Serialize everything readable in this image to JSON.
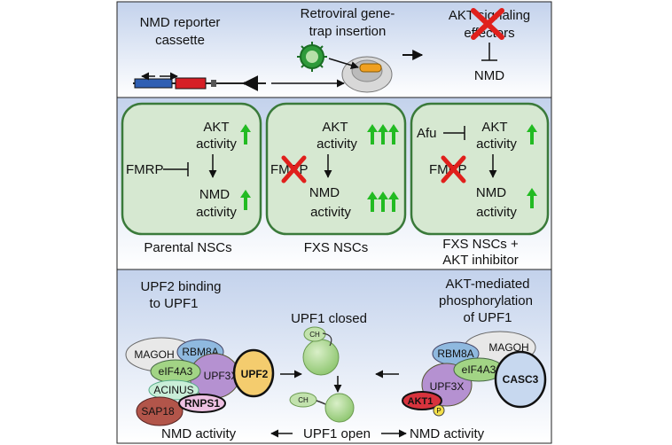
{
  "panel1": {
    "reporter_line1": "NMD reporter",
    "reporter_line2": "cassette",
    "retro_line1": "Retroviral gene-",
    "retro_line2": "trap insertion",
    "akt_line1": "AKT signaling",
    "akt_line2": "effectors",
    "nmd": "NMD"
  },
  "panel2": {
    "cells": [
      {
        "akt": "AKT",
        "akt_activity": "activity",
        "fmrp": "FMRP",
        "nmd": "NMD",
        "nmd_activity": "activity",
        "caption_line1": "Parental NSCs",
        "caption_line2": ""
      },
      {
        "akt": "AKT",
        "akt_activity": "activity",
        "fmrp": "FMRP",
        "nmd": "NMD",
        "nmd_activity": "activity",
        "caption_line1": "FXS NSCs",
        "caption_line2": ""
      },
      {
        "afu": "Afu",
        "akt": "AKT",
        "akt_activity": "activity",
        "fmrp": "FMRP",
        "nmd": "NMD",
        "nmd_activity": "activity",
        "caption_line1": "FXS NSCs +",
        "caption_line2": "AKT inhibitor"
      }
    ]
  },
  "panel3": {
    "left_title_line1": "UPF2 binding",
    "left_title_line2": "to UPF1",
    "center_title": "UPF1 closed",
    "right_title_line1": "AKT-mediated",
    "right_title_line2": "phosphorylation",
    "right_title_line3": "of UPF1",
    "left_complex": {
      "magoh": "MAGOH",
      "rbm8a": "RBM8A",
      "eif4a3": "eIF4A3",
      "upf3x": "UPF3X",
      "upf2": "UPF2",
      "acinus": "ACINUS",
      "sap18": "SAP18",
      "rnps1": "RNPS1"
    },
    "right_complex": {
      "rbm8a": "RBM8A",
      "magoh": "MAGOH",
      "eif4a3": "eIF4A3",
      "upf3x": "UPF3X",
      "casc3": "CASC3",
      "akt1": "AKT1",
      "p": "P"
    },
    "ch_top": "CH",
    "ch_bottom": "CH",
    "bottom_left": "NMD activity",
    "bottom_center": "UPF1 open",
    "bottom_right": "NMD activity"
  },
  "colors": {
    "panel_top": "#c9d6ee",
    "panel_bottom": "#ffffff",
    "cell_fill": "#d6e8d1",
    "cell_stroke": "#3a7a3a",
    "up_arrow": "#22bb22",
    "cross": "#e0201c",
    "upf1_green": "#a7d38b"
  }
}
